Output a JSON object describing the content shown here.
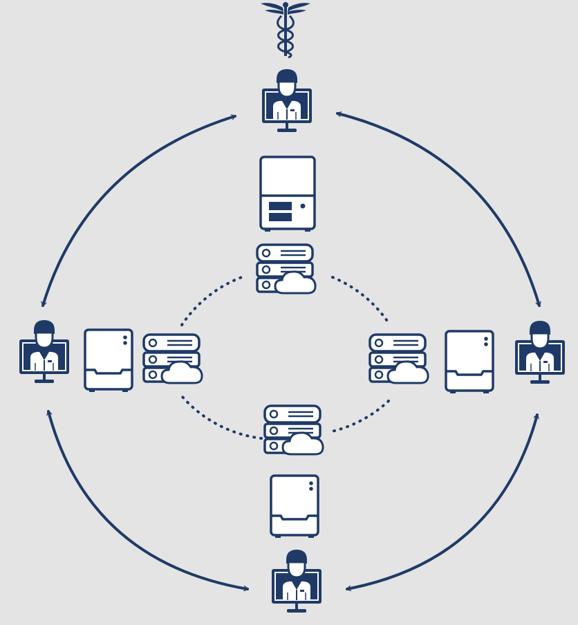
{
  "diagram": {
    "colors": {
      "background": "#e4e4e4",
      "primary": "#1f3a66",
      "fill_light": "#ffffff"
    },
    "icons": {
      "caduceus": "caduceus-icon",
      "doctor_workstation": "doctor-monitor-icon",
      "lab_instrument": "lab-instrument-icon",
      "cloud_server": "cloud-server-icon"
    },
    "nodes": [
      {
        "id": "top",
        "icon": "doctor-monitor-icon"
      },
      {
        "id": "left",
        "icon": "doctor-monitor-icon"
      },
      {
        "id": "right",
        "icon": "doctor-monitor-icon"
      },
      {
        "id": "bottom",
        "icon": "doctor-monitor-icon"
      }
    ],
    "connections": [
      {
        "from": "top",
        "to": "left",
        "style": "double-arrow"
      },
      {
        "from": "top",
        "to": "right",
        "style": "double-arrow"
      },
      {
        "from": "left",
        "to": "bottom",
        "style": "double-arrow"
      },
      {
        "from": "right",
        "to": "bottom",
        "style": "double-arrow"
      },
      {
        "between": "cloud-servers",
        "style": "dotted-circle"
      }
    ]
  }
}
